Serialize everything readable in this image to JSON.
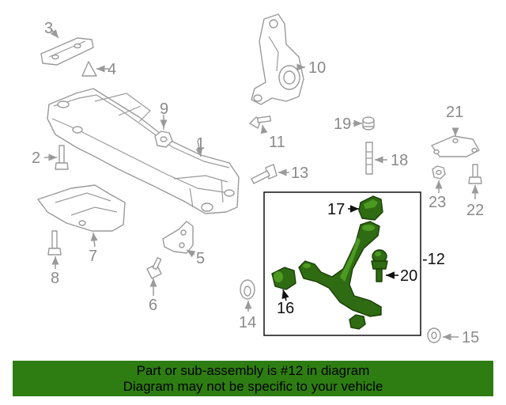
{
  "callouts": {
    "c1": "1",
    "c2": "2",
    "c3": "3",
    "c4": "4",
    "c5": "5",
    "c6": "6",
    "c7": "7",
    "c8": "8",
    "c9": "9",
    "c10": "10",
    "c11": "11",
    "c12": "-12",
    "c13": "13",
    "c14": "14",
    "c15": "15",
    "c16": "16",
    "c17": "17",
    "c18": "18",
    "c19": "19",
    "c20": "20",
    "c21": "21",
    "c22": "22",
    "c23": "23"
  },
  "highlight_part": "12",
  "colors": {
    "highlight": "#2f6b12",
    "banner": "#2e7d12",
    "ghost": "#9a9a9a"
  },
  "footer": {
    "line1": "Part or sub-assembly is #12 in diagram",
    "line2": "Diagram may not be specific to your vehicle"
  }
}
